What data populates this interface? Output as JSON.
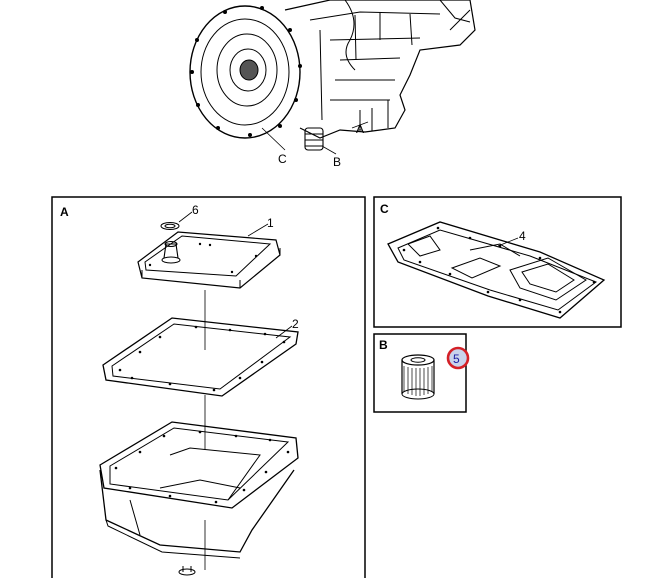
{
  "overview": {
    "callouts": [
      "A",
      "B",
      "C"
    ]
  },
  "panel_a": {
    "label": "A",
    "callouts": [
      "1",
      "2",
      "6"
    ]
  },
  "panel_b": {
    "label": "B",
    "callout": "5"
  },
  "panel_c": {
    "label": "C",
    "callout": "4"
  },
  "colors": {
    "line": "#000000",
    "highlight_ring": "#d42027",
    "highlight_fill": "#c9d3ec"
  }
}
